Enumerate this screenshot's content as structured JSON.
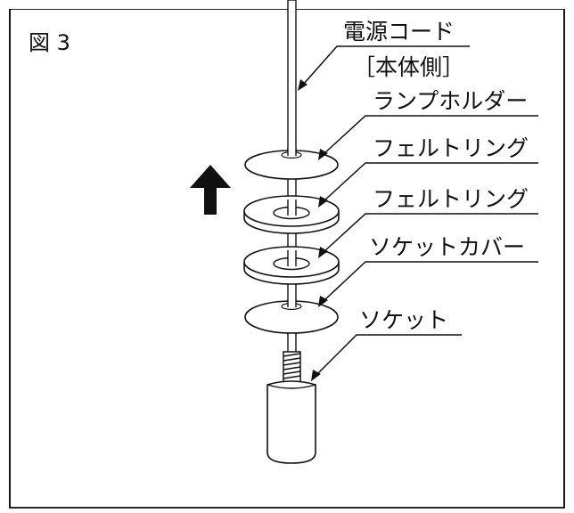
{
  "figure": {
    "title": "図 3",
    "parts": [
      {
        "label": "電源コード"
      },
      {
        "label": "［本体側］"
      },
      {
        "label": "ランプホルダー"
      },
      {
        "label": "フェルトリング"
      },
      {
        "label": "フェルトリング"
      },
      {
        "label": "ソケットカバー"
      },
      {
        "label": "ソケット"
      }
    ],
    "arrow": {
      "direction": "up",
      "icon": "arrow-up-icon"
    },
    "colors": {
      "line": "#111111",
      "background": "#ffffff"
    }
  }
}
